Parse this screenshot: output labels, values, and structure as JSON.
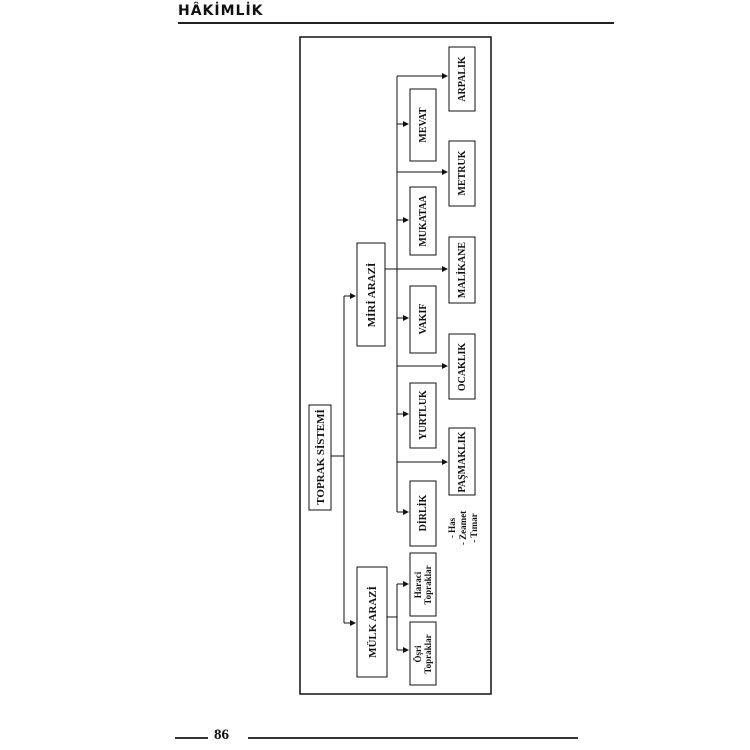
{
  "header": {
    "title": "HÂKİMLİK"
  },
  "footer": {
    "page_number": "86"
  },
  "diagram": {
    "root": "TOPRAK SİSTEMİ",
    "miri": "MİRİ ARAZİ",
    "mulk": "MÜLK ARAZİ",
    "miri_children": {
      "dirlik": "DİRLİK",
      "yurtluk": "YURTLUK",
      "vakif": "VAKIF",
      "mukataa": "MUKATAA",
      "mevat": "MEVAT",
      "pasmaklik": "PAŞMAKLIK",
      "ocaklik": "OCAKLIK",
      "malikane": "MALİKANE",
      "metruk": "METRUK",
      "arpalik": "ARPALIK"
    },
    "dirlik_list": [
      "- Has",
      "- Zeamet",
      "- Tımar"
    ],
    "mulk_children": {
      "haraci_line1": "Haracî",
      "haraci_line2": "Topraklar",
      "osri_line1": "Öşri",
      "osri_line2": "Topraklar"
    }
  }
}
